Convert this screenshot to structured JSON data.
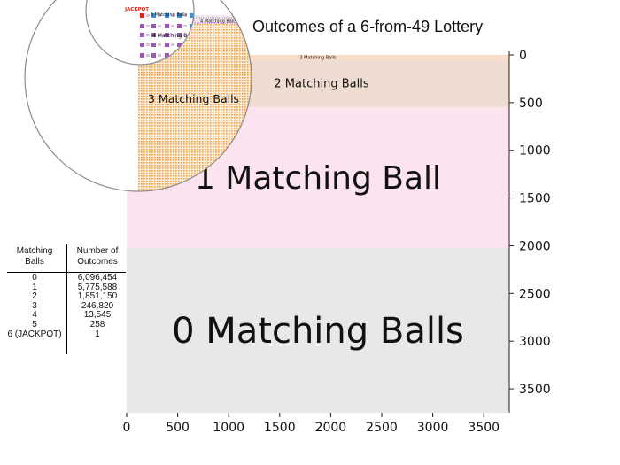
{
  "chart_data": {
    "type": "treemap",
    "title": "Outcomes of a 6-from-49 Lottery",
    "xlim": [
      0,
      3750
    ],
    "ylim": [
      3750,
      0
    ],
    "x_ticks": [
      0,
      500,
      1000,
      1500,
      2000,
      2500,
      3000,
      3500
    ],
    "y_ticks": [
      0,
      500,
      1000,
      1500,
      2000,
      2500,
      3000,
      3500
    ],
    "regions": [
      {
        "label": "0 Matching Balls",
        "outcomes": 6096454,
        "y_range": [
          2025,
          3750
        ],
        "color": "#e8e8e8"
      },
      {
        "label": "1 Matching Ball",
        "outcomes": 5775588,
        "y_range": [
          545,
          2025
        ],
        "color": "#fbe3ef"
      },
      {
        "label": "2 Matching Balls",
        "outcomes": 1851150,
        "y_range": [
          50,
          545
        ],
        "color": "#efdcd0"
      },
      {
        "label": "3 Matching Balls",
        "outcomes": 246820,
        "y_range": [
          0,
          50
        ],
        "color": "#fbdcc4"
      }
    ],
    "inset": {
      "labels": [
        "3 Matching Balls",
        "4 Matching Balls",
        "5 Matching Balls",
        "JACKPOT"
      ],
      "colors": {
        "three": "#f39c3c",
        "four": "#9b59b6",
        "five": "#3b8fd6",
        "jackpot": "#e0261f"
      }
    }
  },
  "table": {
    "headers": [
      "Matching\nBalls",
      "Number of\nOutcomes"
    ],
    "rows": [
      [
        "0",
        "6,096,454"
      ],
      [
        "1",
        "5,775,588"
      ],
      [
        "2",
        "1,851,150"
      ],
      [
        "3",
        "246,820"
      ],
      [
        "4",
        "13,545"
      ],
      [
        "5",
        "258"
      ],
      [
        "6 (JACKPOT)",
        "1"
      ]
    ]
  }
}
